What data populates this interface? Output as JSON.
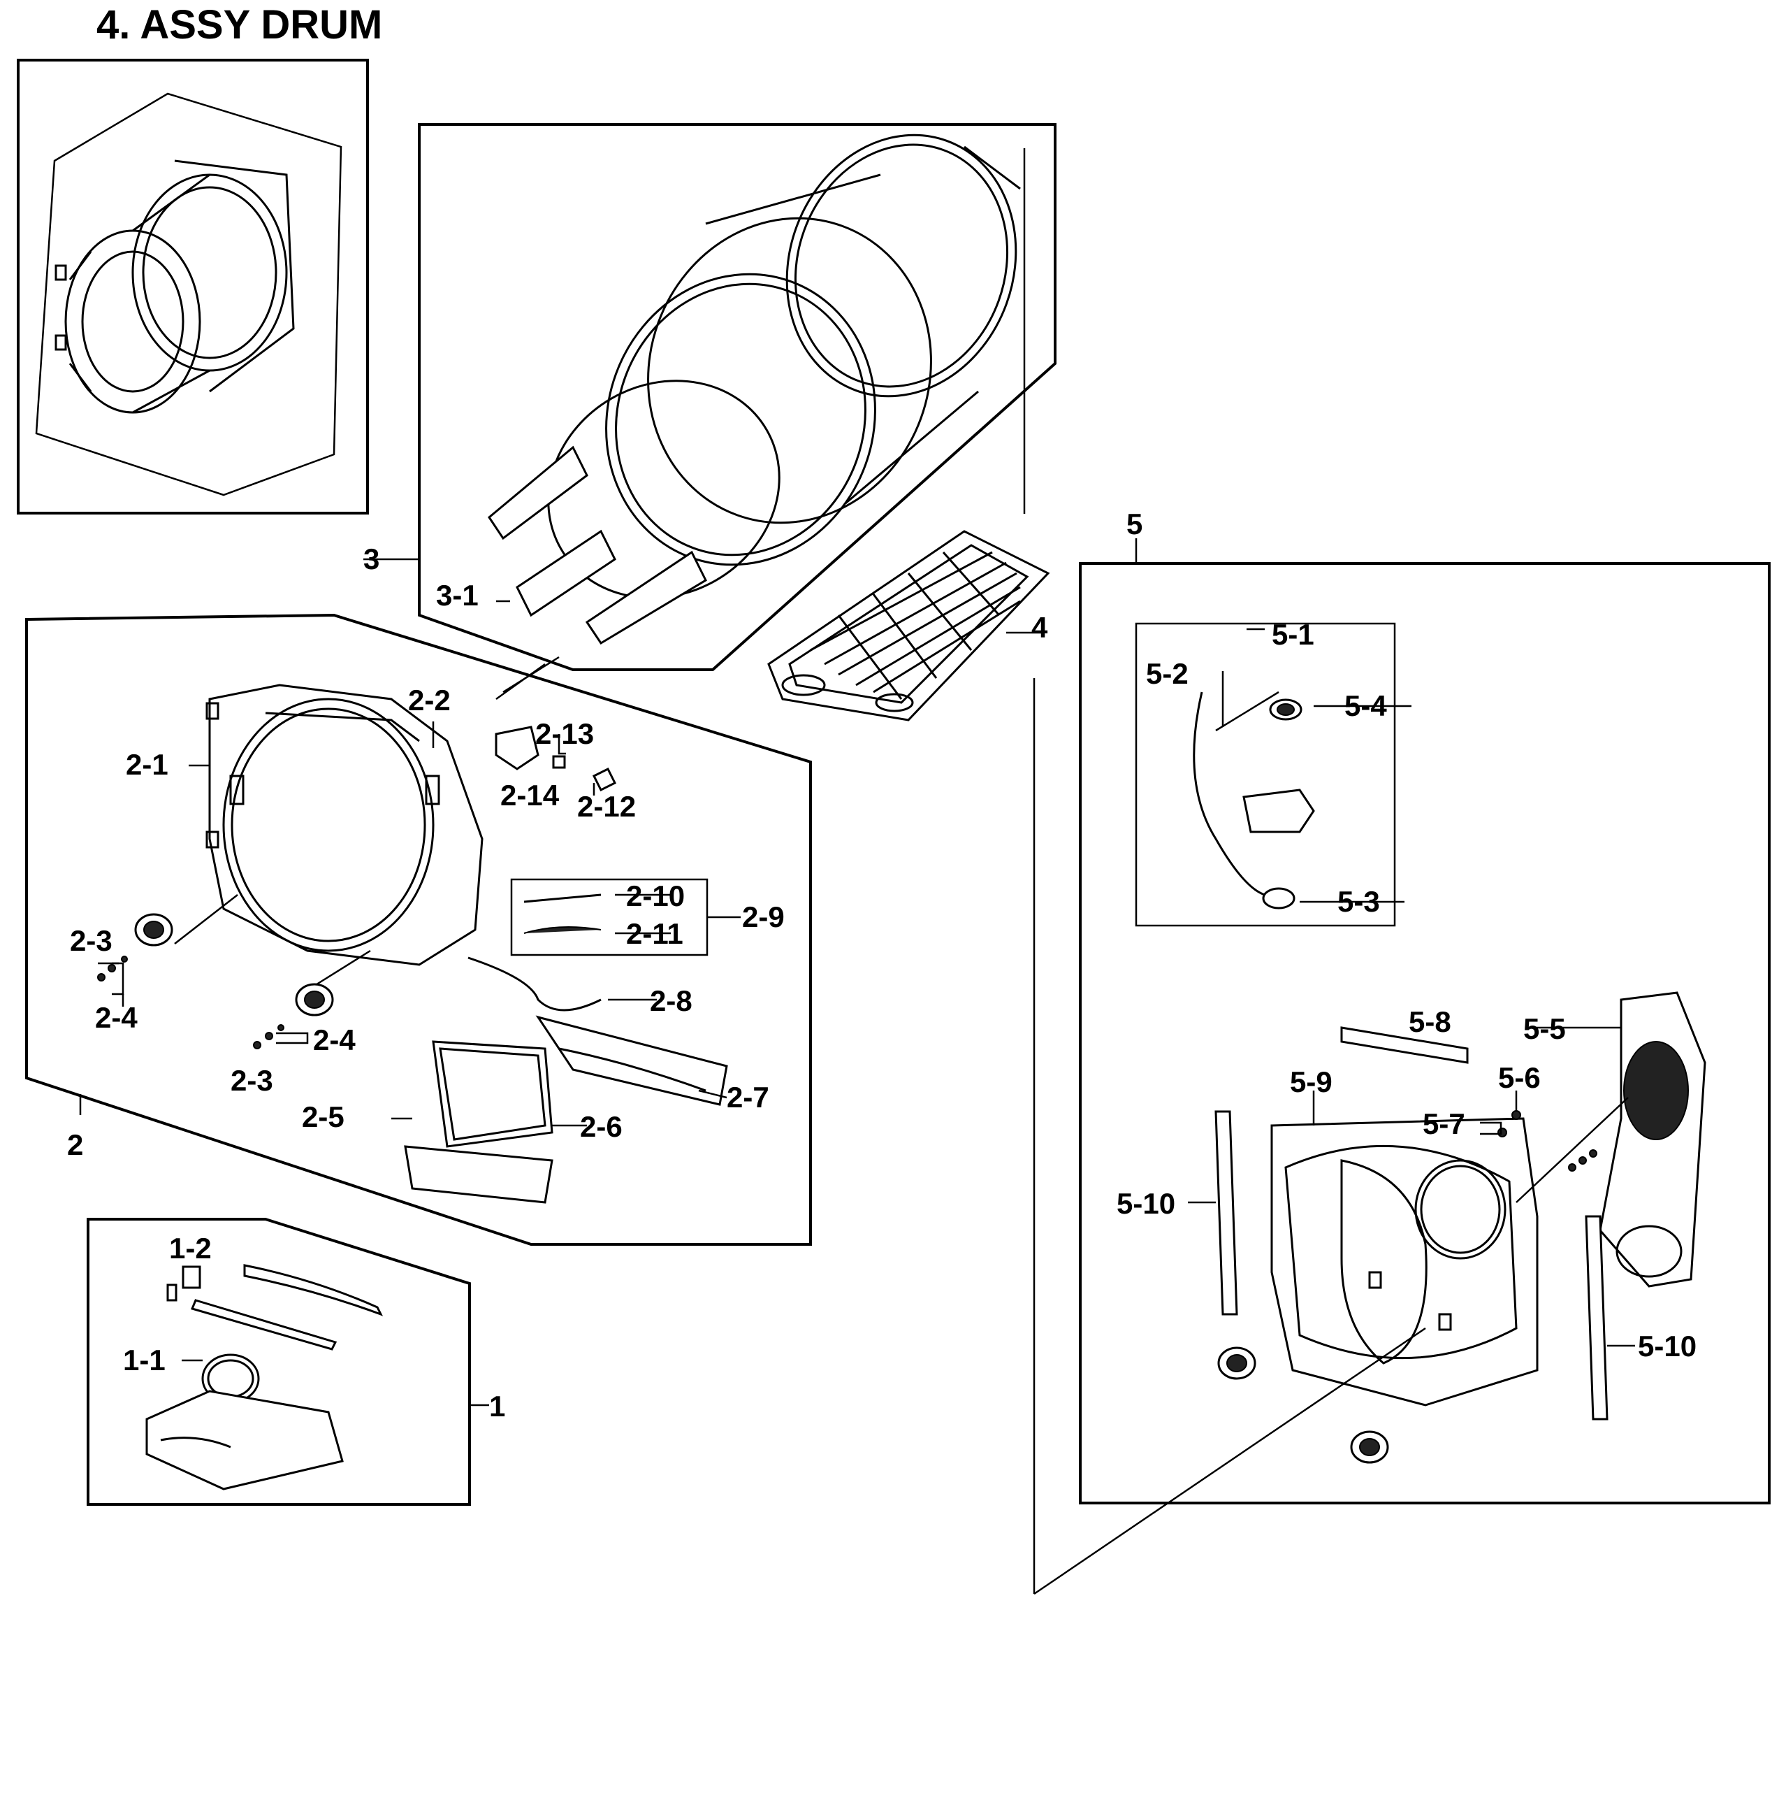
{
  "title": "4. ASSY DRUM",
  "labels": {
    "g1": "1",
    "l1_1": "1-1",
    "l1_2": "1-2",
    "g2": "2",
    "l2_1": "2-1",
    "l2_2": "2-2",
    "l2_3a": "2-3",
    "l2_3b": "2-3",
    "l2_4a": "2-4",
    "l2_4b": "2-4",
    "l2_5": "2-5",
    "l2_6": "2-6",
    "l2_7": "2-7",
    "l2_8": "2-8",
    "l2_9": "2-9",
    "l2_10": "2-10",
    "l2_11": "2-11",
    "l2_12": "2-12",
    "l2_13": "2-13",
    "l2_14": "2-14",
    "g3": "3",
    "l3_1": "3-1",
    "g4": "4",
    "g5": "5",
    "l5_1": "5-1",
    "l5_2": "5-2",
    "l5_3": "5-3",
    "l5_4": "5-4",
    "l5_5": "5-5",
    "l5_6": "5-6",
    "l5_7": "5-7",
    "l5_8": "5-8",
    "l5_9": "5-9",
    "l5_10a": "5-10",
    "l5_10b": "5-10"
  },
  "icons": {
    "assembly": "drum-assembly-icon",
    "drum": "drum-icon",
    "filter": "lint-filter-icon",
    "front_panel": "front-panel-icon",
    "rear_panel": "rear-panel-icon",
    "duct": "duct-icon",
    "sensor": "sensor-icon",
    "roller": "roller-icon"
  }
}
